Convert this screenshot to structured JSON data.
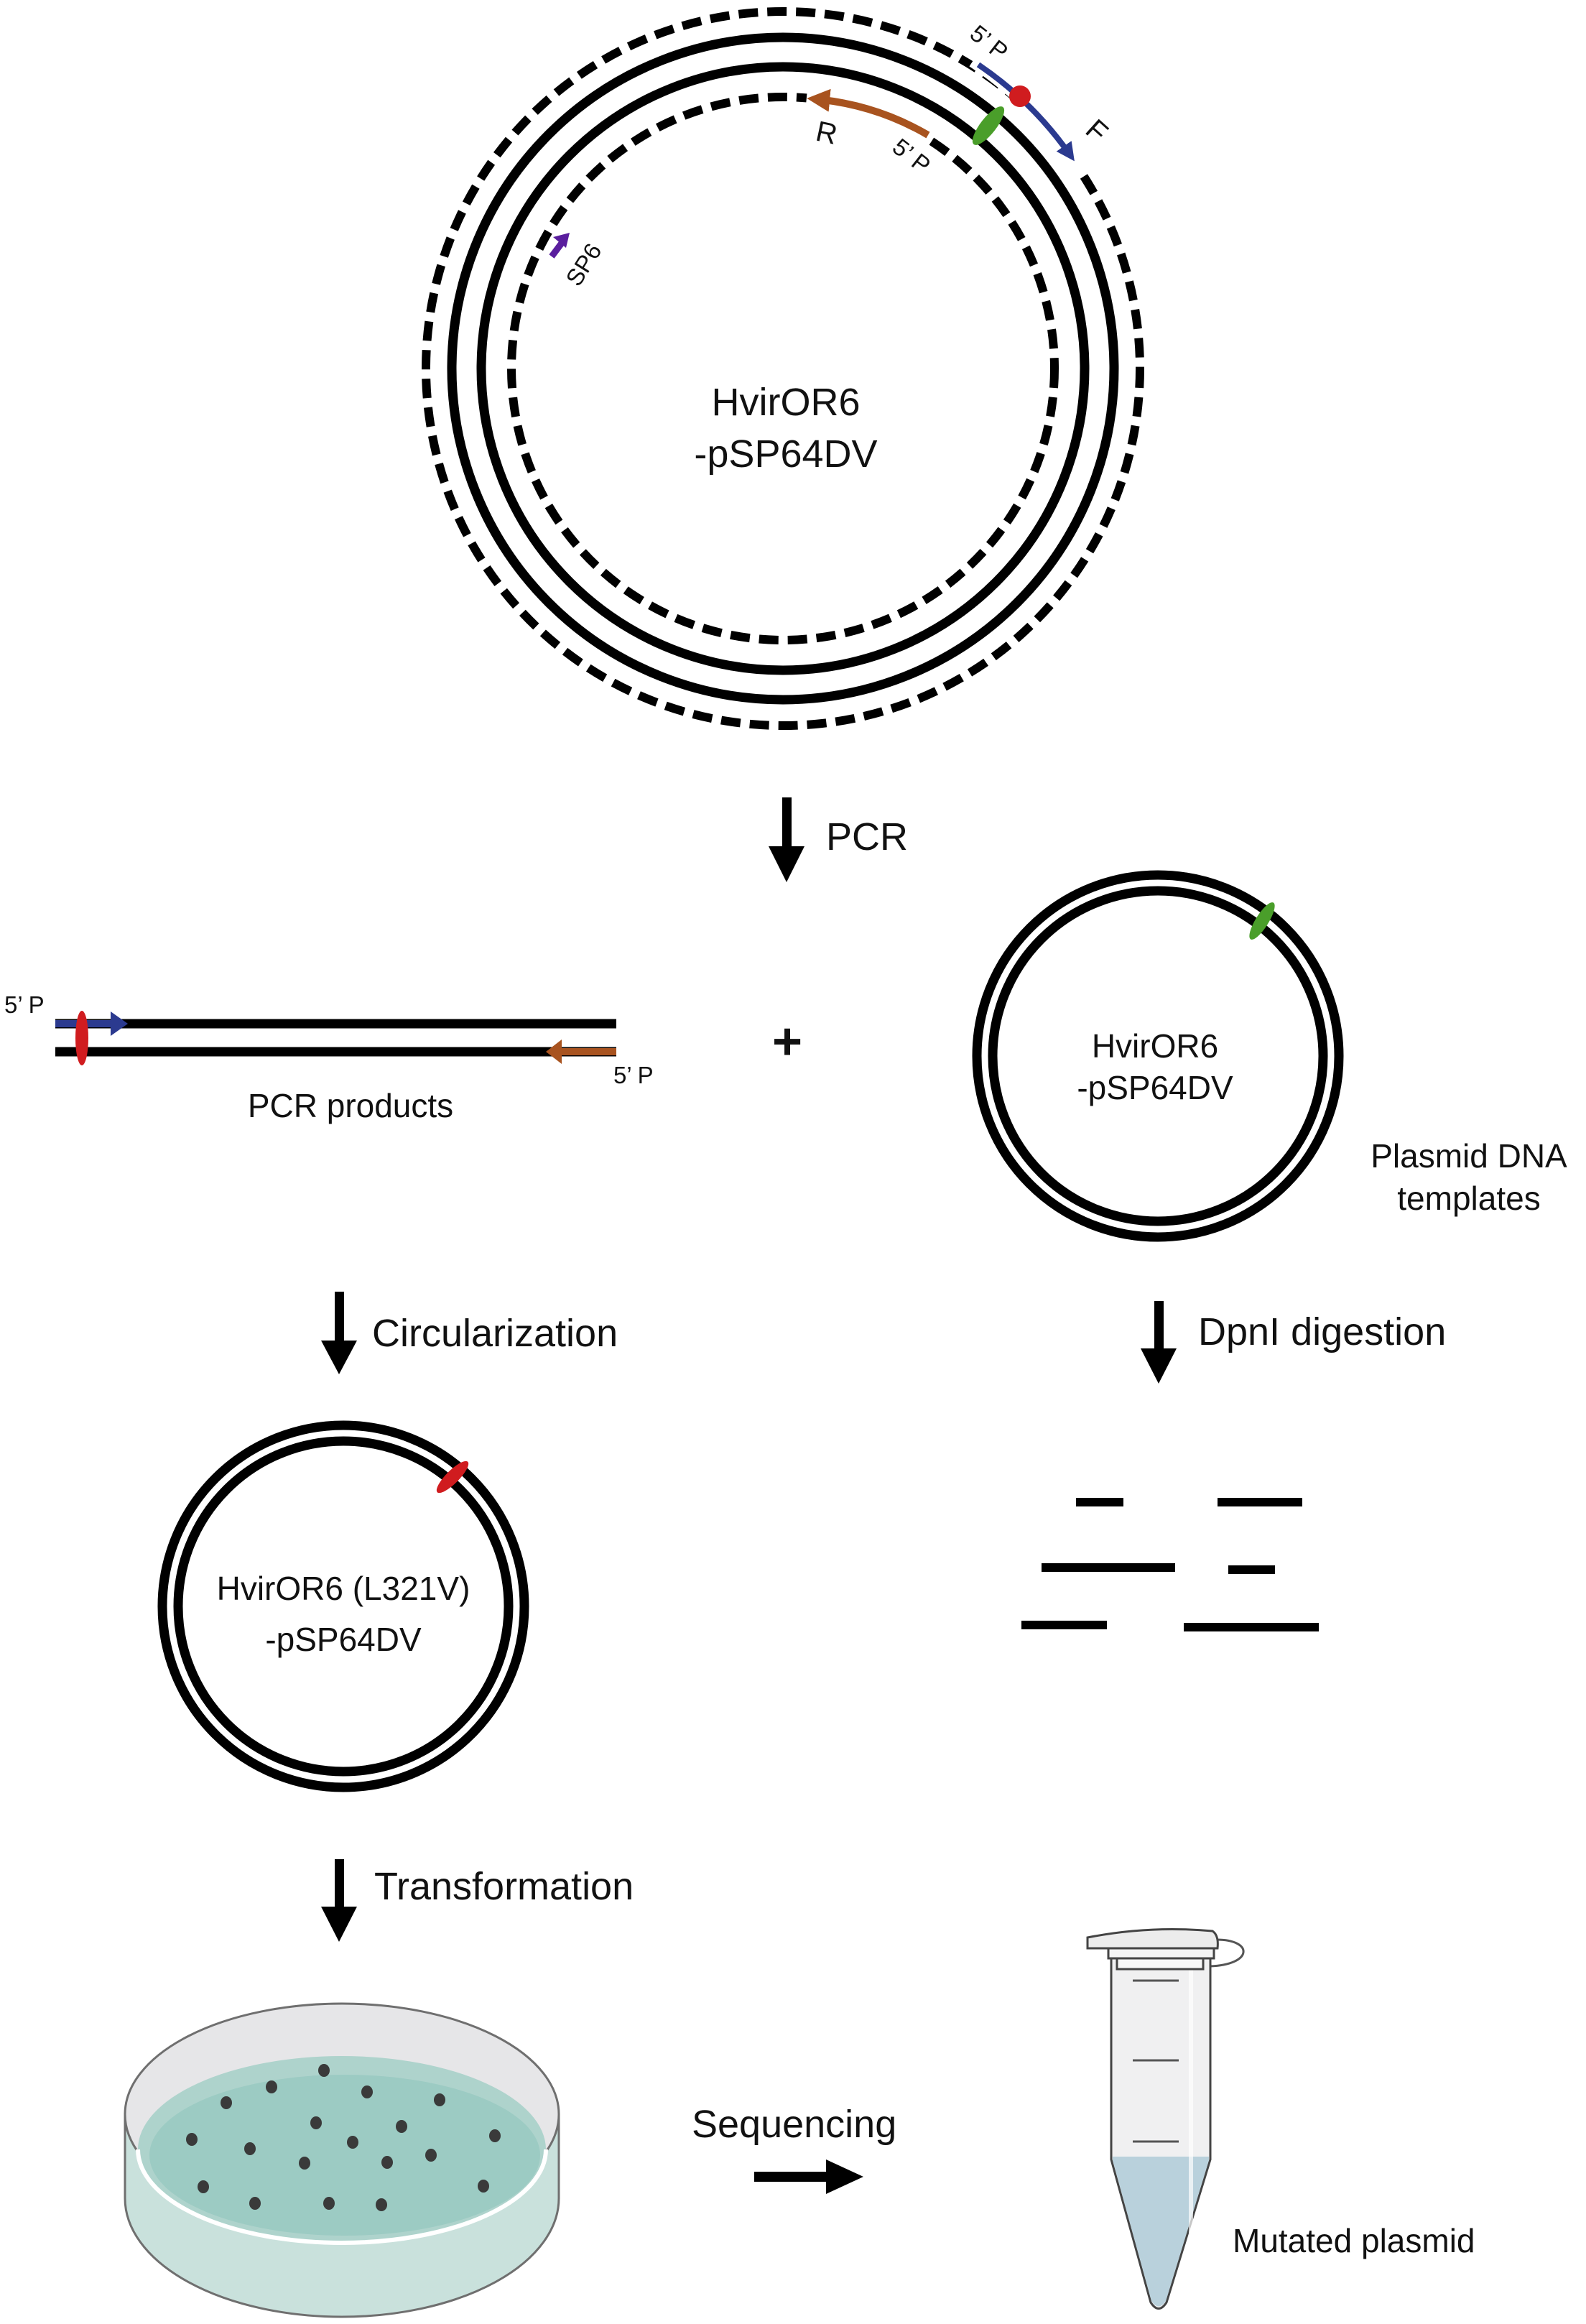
{
  "colors": {
    "dna": "#000000",
    "forward_primer": "#2b3a8f",
    "reverse_primer": "#a8531f",
    "mutation_site": "#d01c1f",
    "original_site": "#4a9e2a",
    "sp6_promoter": "#5a1e9e",
    "agar": "#9ccbc3",
    "dish_wall": "#c9e1dc",
    "tube_liquid": "#b9d1dc"
  },
  "top_plasmid": {
    "name_line1": "HvirOR6",
    "name_line2": "-pSP64DV",
    "forward_primer_label": "F",
    "reverse_primer_label": "R",
    "forward_5p_label": "5’ P",
    "reverse_5p_label": "5’ P",
    "promoter_label": "SP6"
  },
  "steps": {
    "pcr": "PCR",
    "circularization": "Circularization",
    "dpni": "DpnI digestion",
    "transformation": "Transformation",
    "sequencing": "Sequencing"
  },
  "pcr_products": {
    "label": "PCR products",
    "left_5p_label": "5’ P",
    "right_5p_label": "5’ P",
    "plus": "+"
  },
  "template_plasmid": {
    "name_line1": "HvirOR6",
    "name_line2": "-pSP64DV",
    "caption_line1": "Plasmid DNA",
    "caption_line2": "templates"
  },
  "mutant_plasmid": {
    "name_line1": "HvirOR6 (L321V)",
    "name_line2": "-pSP64DV"
  },
  "digested_fragments": {
    "count": 6
  },
  "petri_dish": {
    "colony_count": 19
  },
  "tube": {
    "label": "Mutated plasmid"
  }
}
